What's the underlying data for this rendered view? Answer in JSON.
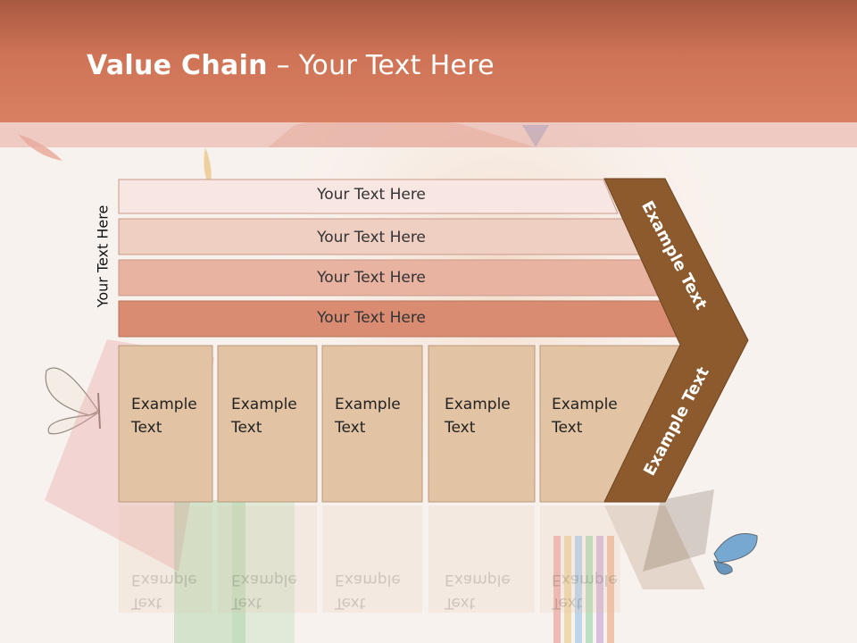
{
  "slide": {
    "title_bold": "Value Chain",
    "title_rest": " – Your Text Here",
    "side_label": "Your Text Here"
  },
  "rows": [
    {
      "label": "Your Text Here",
      "color": "#f7e6e1"
    },
    {
      "label": "Your Text Here",
      "color": "#f0cfc3"
    },
    {
      "label": "Your Text Here",
      "color": "#e8b3a1"
    },
    {
      "label": "Your Text Here",
      "color": "#d98c72"
    }
  ],
  "boxes": [
    {
      "line1": "Example",
      "line2": "Text"
    },
    {
      "line1": "Example",
      "line2": "Text"
    },
    {
      "line1": "Example",
      "line2": "Text"
    },
    {
      "line1": "Example",
      "line2": "Text"
    },
    {
      "line1": "Example",
      "line2": "Text"
    }
  ],
  "chevron": {
    "upper_label": "Example Text",
    "lower_label": "Example Text",
    "color": "#8c5a2c"
  },
  "colors": {
    "header": "#cf7356",
    "box_fill": "#e2c3a4",
    "box_stroke": "#b99a7e"
  }
}
